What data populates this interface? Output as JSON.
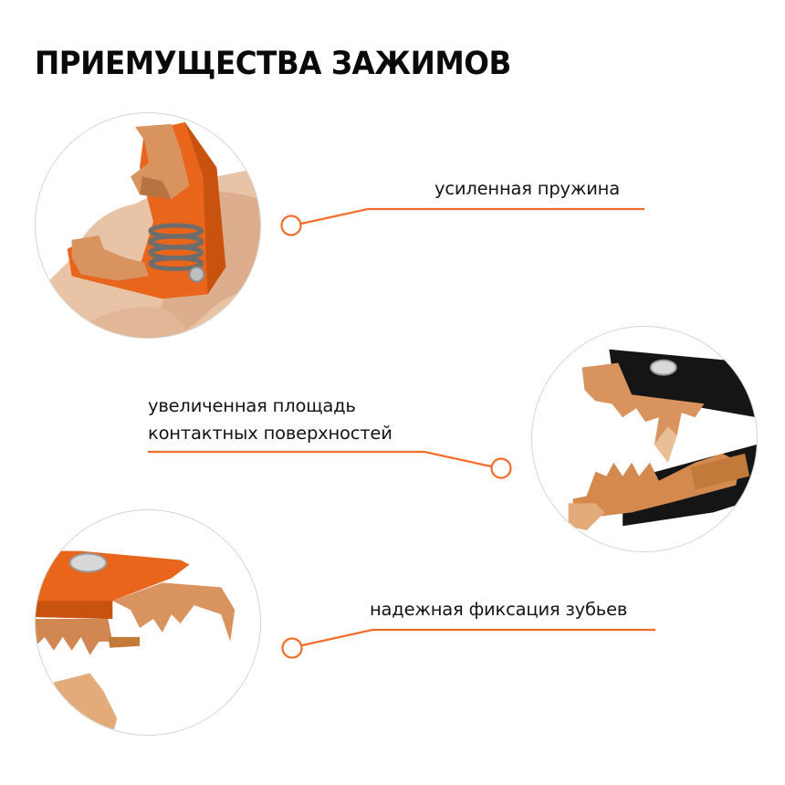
{
  "title": "ПРИЕМУЩЕСТВА ЗАЖИМОВ",
  "colors": {
    "accent": "#f26c2a",
    "clamp_orange": "#e8651b",
    "copper": "#d9935e",
    "clamp_black": "#141414",
    "text": "#111111",
    "background": "#ffffff"
  },
  "features": [
    {
      "label": "усиленная пружина",
      "image": "orange-clamp-spring-in-hand"
    },
    {
      "label_lines": [
        "увеличенная площадь",
        "контактных поверхностей"
      ],
      "image": "black-clamp-copper-jaws"
    },
    {
      "label": "надежная фиксация зубьев",
      "image": "orange-clamp-teeth-closeup"
    }
  ]
}
